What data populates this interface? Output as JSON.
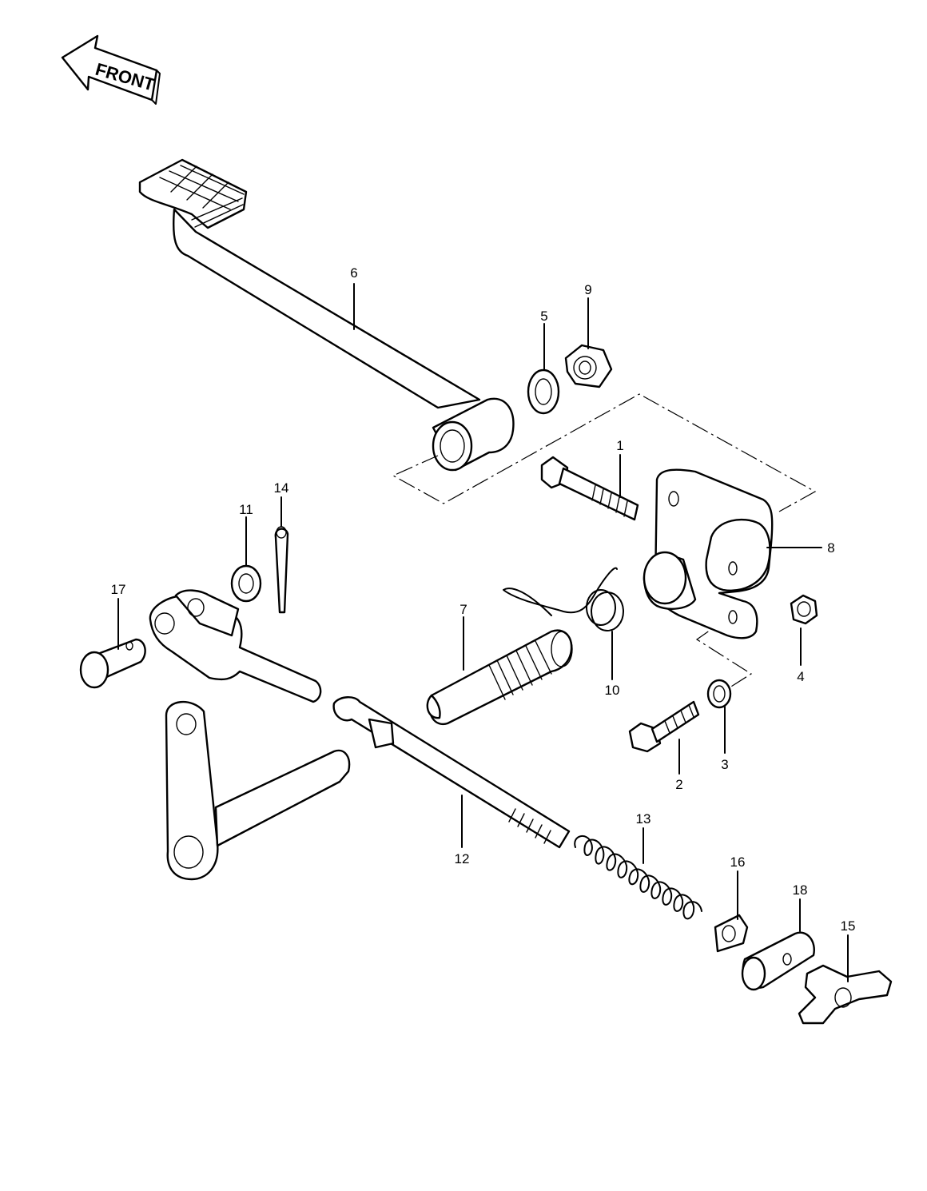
{
  "orientation": {
    "label": "FRONT",
    "icon": "arrow-left-icon"
  },
  "callouts": [
    {
      "id": "1",
      "text": "1"
    },
    {
      "id": "2",
      "text": "2"
    },
    {
      "id": "3",
      "text": "3"
    },
    {
      "id": "4",
      "text": "4"
    },
    {
      "id": "5",
      "text": "5"
    },
    {
      "id": "6",
      "text": "6"
    },
    {
      "id": "7",
      "text": "7"
    },
    {
      "id": "8",
      "text": "8"
    },
    {
      "id": "9",
      "text": "9"
    },
    {
      "id": "10",
      "text": "10"
    },
    {
      "id": "11",
      "text": "11"
    },
    {
      "id": "12",
      "text": "12"
    },
    {
      "id": "13",
      "text": "13"
    },
    {
      "id": "14",
      "text": "14"
    },
    {
      "id": "15",
      "text": "15"
    },
    {
      "id": "16",
      "text": "16"
    },
    {
      "id": "17",
      "text": "17"
    },
    {
      "id": "18",
      "text": "18"
    }
  ],
  "parts": [
    "brake-pedal",
    "washer",
    "lock-nut",
    "bracket-bolt",
    "pedal-bracket",
    "bracket-nut",
    "bolt",
    "lock-washer",
    "pedal-shaft",
    "return-spring",
    "clevis-washer",
    "cotter-pin",
    "clevis-pin",
    "brake-rod-clevis",
    "brake-cam-lever",
    "brake-rod",
    "rod-spring",
    "wing-nut-washer",
    "joint-pin",
    "adjusting-wing-nut"
  ]
}
